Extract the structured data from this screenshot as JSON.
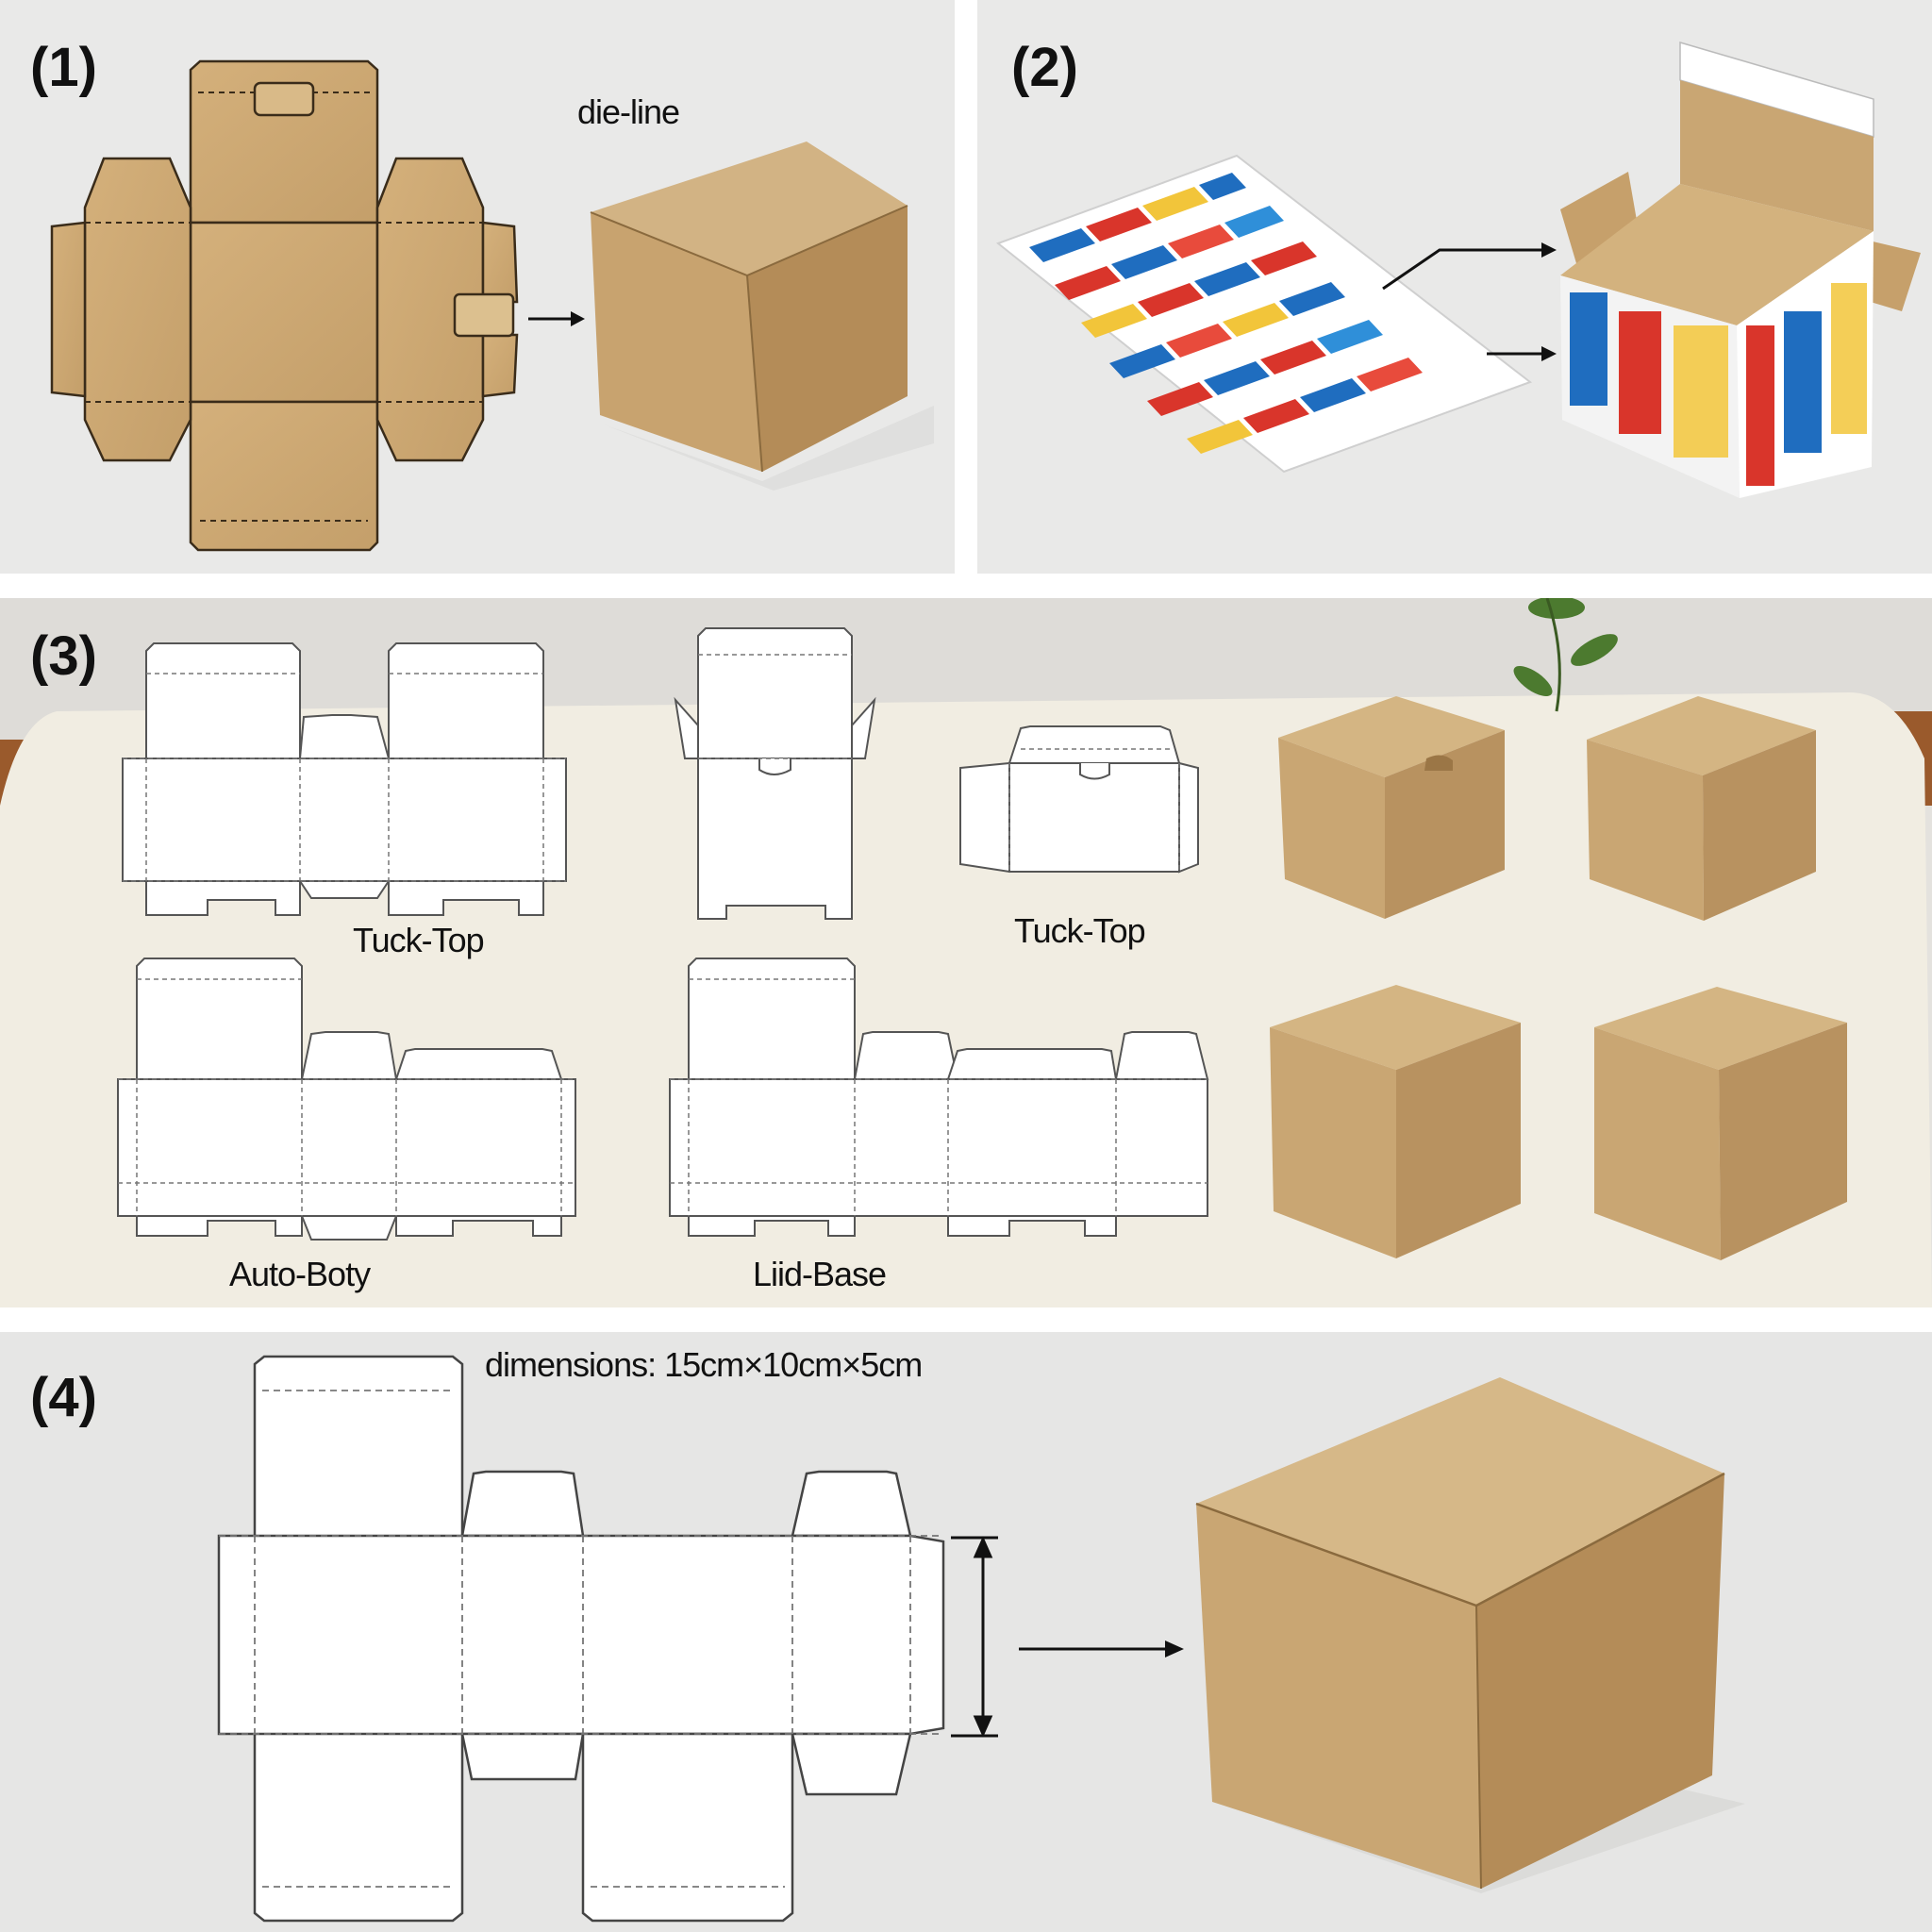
{
  "panels": [
    {
      "number": "(1)",
      "caption": "die-line"
    },
    {
      "number": "(2)"
    },
    {
      "number": "(3)",
      "captions": [
        "Tuck-Top",
        "Tuck-Top",
        "Auto-Boty",
        "Liid-Base"
      ]
    },
    {
      "number": "(4)",
      "caption": "dimensions: 15cm×10cm×5cm"
    }
  ],
  "colors": {
    "background": "#e9e9e8",
    "kraft": "#c9a673",
    "kraft_dark": "#b08a55",
    "kraft_light": "#d8b988",
    "die_line_white": "#ffffff",
    "table": "#f1ede2"
  },
  "icons": [
    "arrow-icon",
    "dimension-arrow-icon",
    "plant-icon"
  ]
}
